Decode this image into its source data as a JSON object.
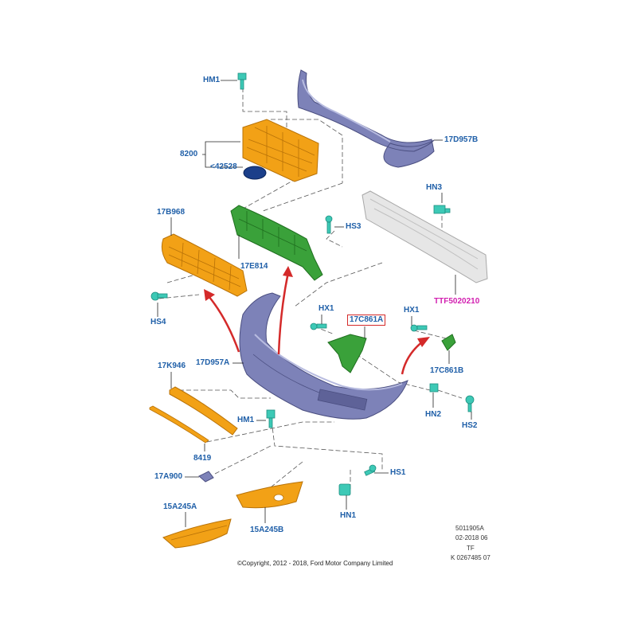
{
  "labels": {
    "hm1_top": "HM1",
    "p8200": "8200",
    "p42528": "<42528",
    "p17D957B": "17D957B",
    "hn3": "HN3",
    "p17B968": "17B968",
    "p17E814": "17E814",
    "hs3": "HS3",
    "ttf": "TTF5020210",
    "hs4": "HS4",
    "hx1_left": "HX1",
    "p17C861A": "17C861A",
    "hx1_right": "HX1",
    "p17K946": "17K946",
    "p17D957A": "17D957A",
    "p17C861B": "17C861B",
    "hn2": "HN2",
    "hs2": "HS2",
    "hm1_mid": "HM1",
    "p8419": "8419",
    "p17A900": "17A900",
    "hs1": "HS1",
    "p15A245A": "15A245A",
    "p15A245B": "15A245B",
    "hn1": "HN1"
  },
  "meta": {
    "line1": "5011905A",
    "line2": "02-2018 06",
    "line3": "TF",
    "line4": "K 0267485 07"
  },
  "copyright": "©Copyright, 2012 - 2018, Ford Motor Company Limited",
  "colors": {
    "label_blue": "#1f5fa8",
    "highlight_pink": "#d21fb0",
    "arrow_red": "#d42a2a",
    "part_orange": "#f2a116",
    "part_green": "#3aa13a",
    "bumper_blue": "#7d82b8",
    "fastener_teal": "#3dc9b6",
    "beam_grey": "#d8d8d8"
  }
}
